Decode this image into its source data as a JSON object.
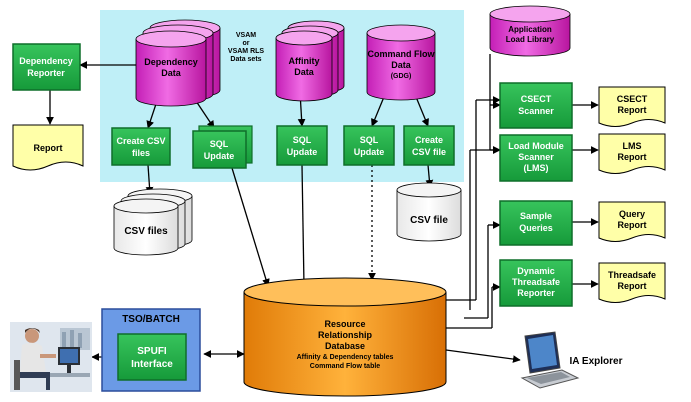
{
  "colors": {
    "region_fill": "#bfeff7",
    "green_box": "#21b24a",
    "green_border": "#0f6e2a",
    "pink_cyl": "#e845d8",
    "cream_box": "#ffffa8",
    "db_fill": "#f39a1a",
    "tso_fill": "#6b9ae6"
  },
  "vsam_note": {
    "line1": "VSAM",
    "line2": "or",
    "line3": "VSAM RLS",
    "line4": "Data sets"
  },
  "dependency_reporter": {
    "line1": "Dependency",
    "line2": "Reporter"
  },
  "report_doc": "Report",
  "dependency_data": {
    "line1": "Dependency",
    "line2": "Data"
  },
  "affinity_data": {
    "line1": "Affinity",
    "line2": "Data"
  },
  "command_flow_data": {
    "line1": "Command Flow",
    "line2": "Data",
    "line3": "(GDG)"
  },
  "create_csv_files": {
    "line1": "Create CSV",
    "line2": "files"
  },
  "sql_update_1": {
    "line1": "SQL",
    "line2": "Update"
  },
  "sql_update_2": {
    "line1": "SQL",
    "line2": "Update"
  },
  "sql_update_3": {
    "line1": "SQL",
    "line2": "Update"
  },
  "create_csv_file": {
    "line1": "Create",
    "line2": "CSV file"
  },
  "csv_files": "CSV files",
  "csv_file": "CSV file",
  "app_load_library": {
    "line1": "Application",
    "line2": "Load Library"
  },
  "csect_scanner": {
    "line1": "CSECT",
    "line2": "Scanner"
  },
  "csect_report": {
    "line1": "CSECT",
    "line2": "Report"
  },
  "load_module_scanner": {
    "line1": "Load Module",
    "line2": "Scanner",
    "line3": "(LMS)"
  },
  "lms_report": {
    "line1": "LMS",
    "line2": "Report"
  },
  "sample_queries": {
    "line1": "Sample",
    "line2": "Queries"
  },
  "query_report": {
    "line1": "Query",
    "line2": "Report"
  },
  "dynamic_threadsafe": {
    "line1": "Dynamic",
    "line2": "Threadsafe",
    "line3": "Reporter"
  },
  "threadsafe_report": {
    "line1": "Threadsafe",
    "line2": "Report"
  },
  "tso_batch": "TSO/BATCH",
  "spufi": {
    "line1": "SPUFI",
    "line2": "Interface"
  },
  "database": {
    "line1": "Resource",
    "line2": "Relationship",
    "line3": "Database",
    "line4": "Affinity & Dependency tables",
    "line5": "Command Flow table"
  },
  "ia_explorer": "IA Explorer"
}
